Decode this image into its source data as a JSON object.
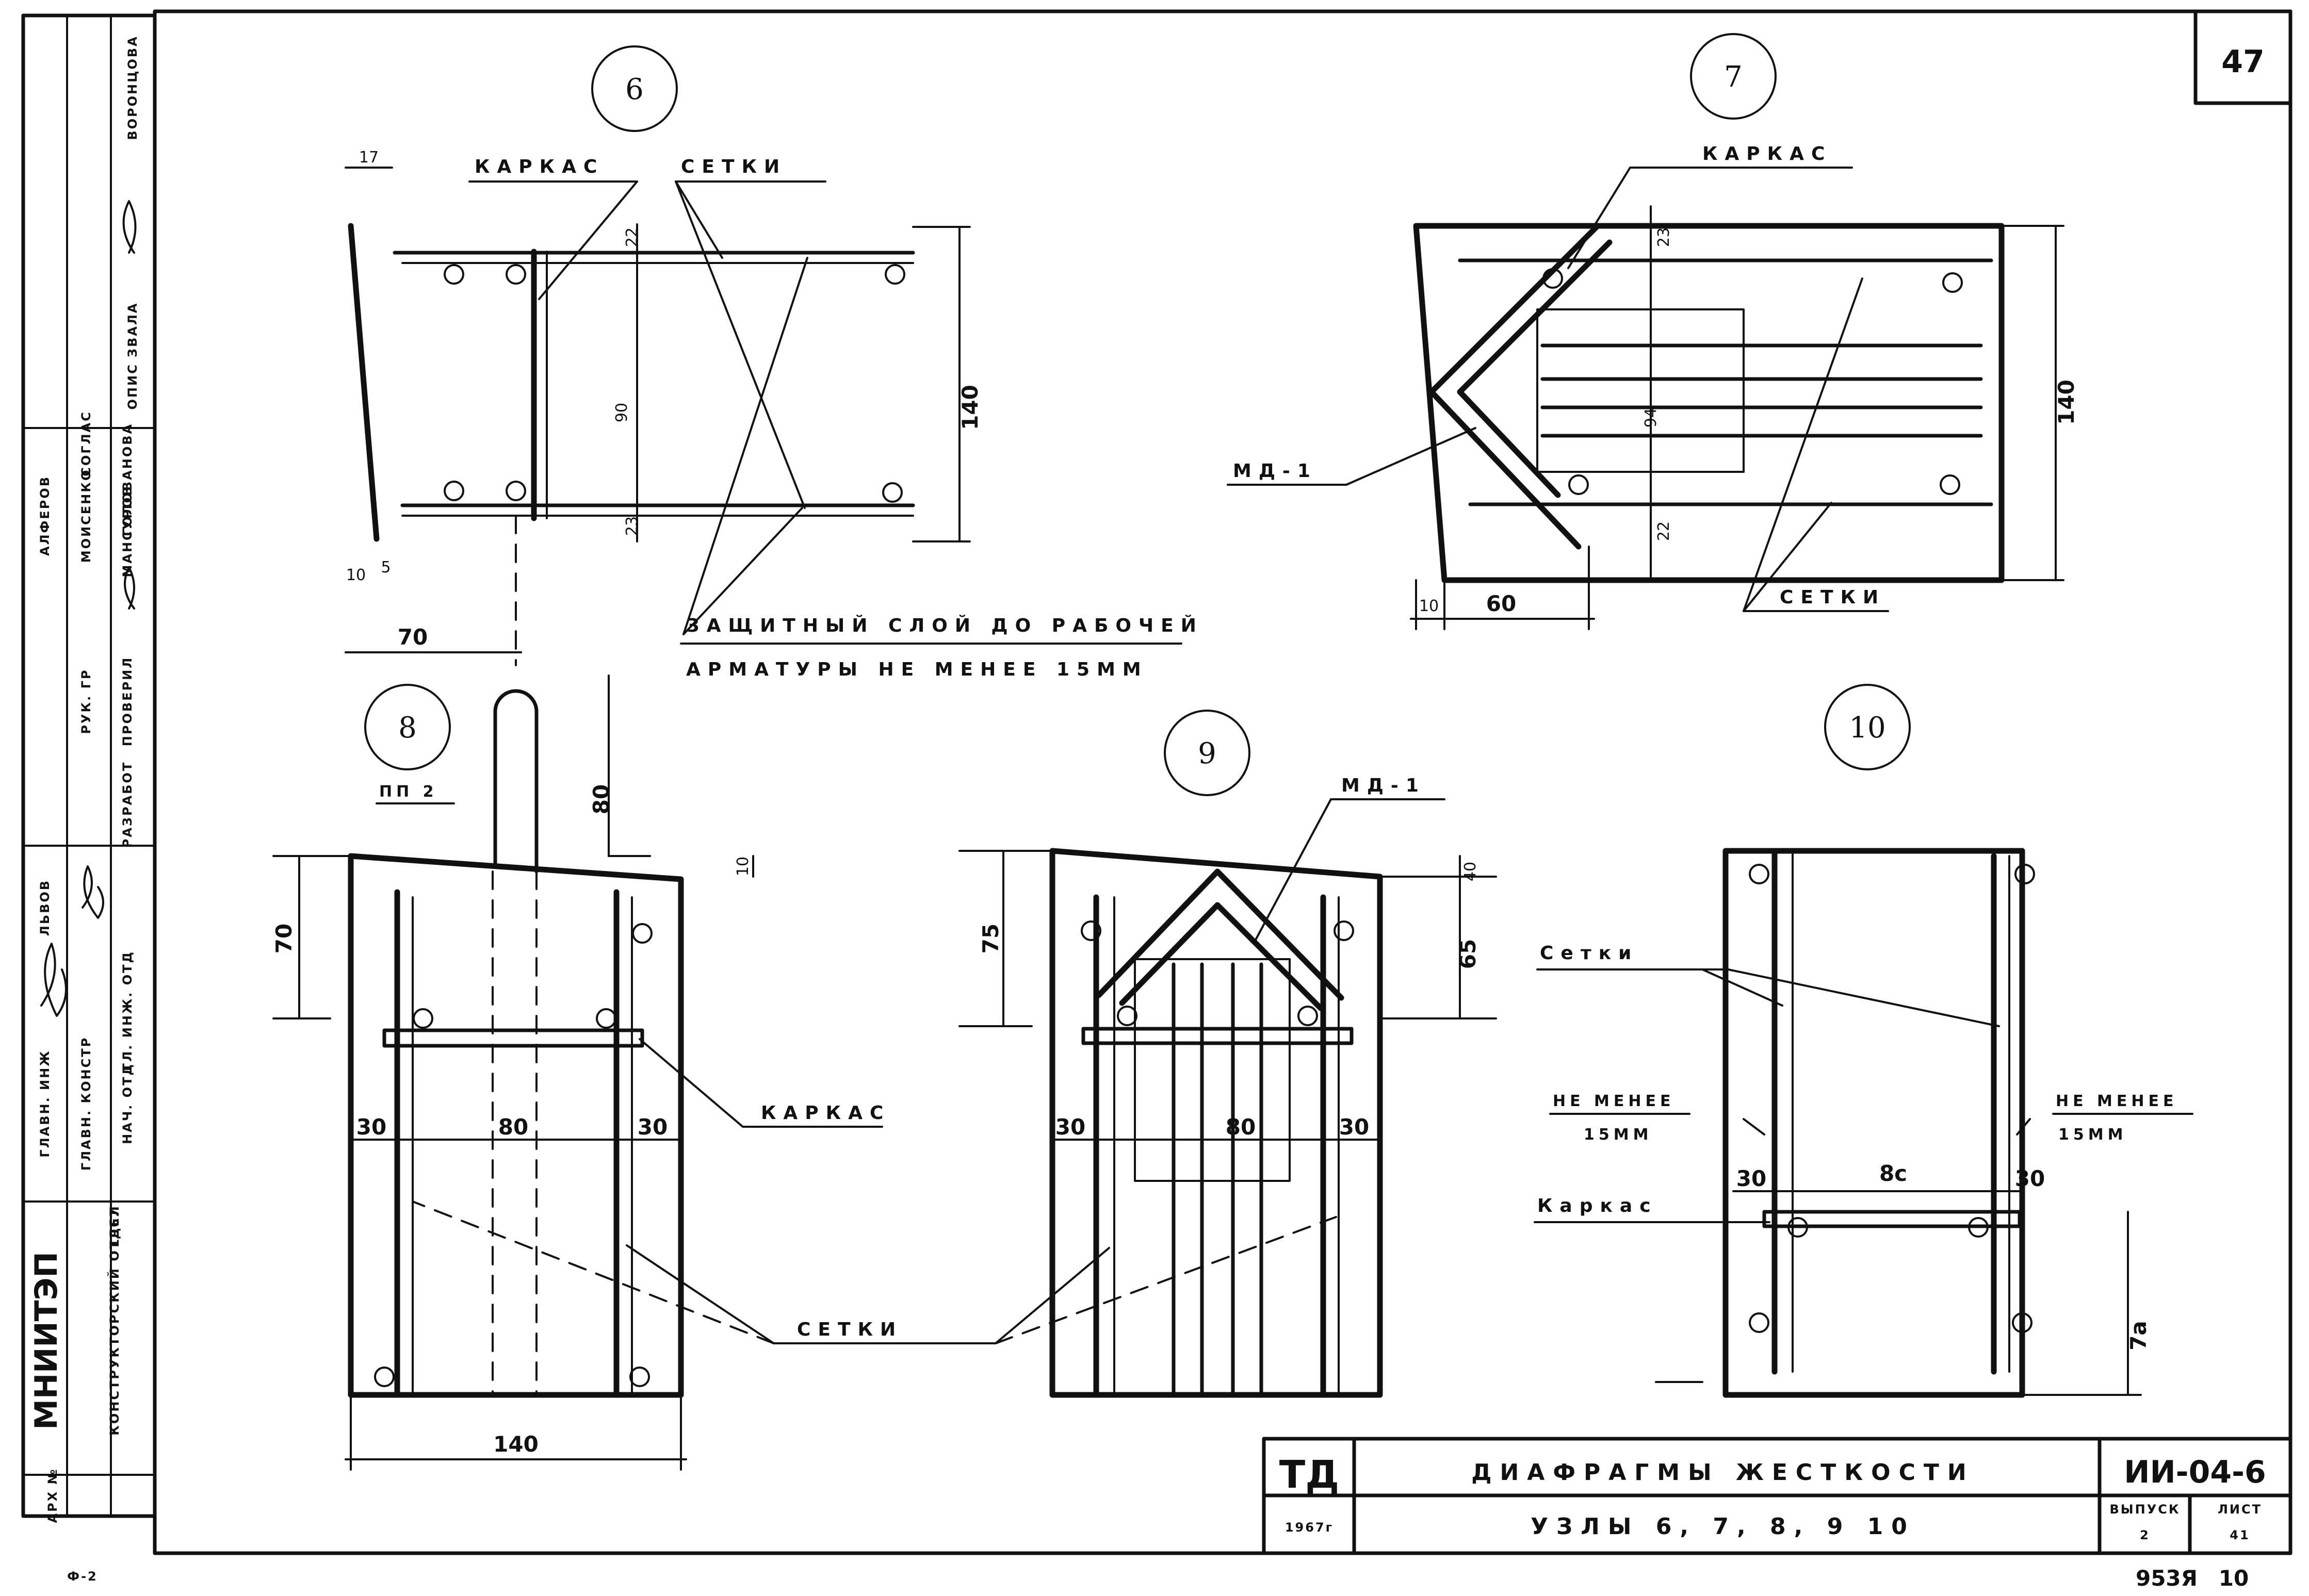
{
  "sheet": {
    "page_number": "47",
    "footer_code": "953Я",
    "footer_format": "10",
    "corner_mark": "Ф-2"
  },
  "nodes": {
    "n6": "6",
    "n7": "7",
    "n8": "8",
    "n9": "9",
    "n10": "10"
  },
  "labels": {
    "karkas": "КАРКАС",
    "setki": "СЕТКИ",
    "setki_title": "Сетки",
    "karkas_title": "Каркас",
    "md1": "МД-1",
    "pp2": "ПП 2",
    "ne_menee": "НЕ МЕНЕЕ",
    "ne_menee_15": "15ММ",
    "protective_line1": "ЗАЩИТНЫЙ СЛОЙ ДО РАБОЧЕЙ",
    "protective_line2": "АРМАТУРЫ НЕ МЕНЕЕ 15ММ"
  },
  "dims": {
    "d17": "17",
    "d22": "22",
    "d90": "90",
    "d23": "23",
    "d140": "140",
    "d10": "10",
    "d5": "5",
    "d70": "70",
    "d60": "60",
    "d80": "80",
    "d30": "30",
    "d40": "40",
    "d75": "75",
    "d65": "65",
    "d94": "94",
    "d8c": "8с",
    "d7a": "7а"
  },
  "title_block": {
    "org_mark": "ТД",
    "year": "1967г",
    "title": "ДИАФРАГМЫ ЖЕСТКОСТИ",
    "subtitle": "УЗЛЫ 6, 7, 8, 9 10",
    "series_code": "ИИ-04-6",
    "issue_label": "ВЫПУСК",
    "issue_value": "2",
    "sheet_label": "ЛИСТ",
    "sheet_value": "41"
  },
  "side_stamp": {
    "institute": "МНИИТЭП",
    "department": "КОНСТРУКТОРСКИЙ ОТДЕЛ",
    "agreed": "СОГЛАС",
    "names": [
      "ЛЬВОВ",
      "АЛФЕРОВ",
      "МОИСЕНКО",
      "МАНСУРОВ",
      "ГОЛОВАНОВА",
      "ВОРОНЦОВА"
    ],
    "roles": [
      "ГЛАВН. ИНЖ",
      "ГЛАВН. КОНСТР",
      "РУК. ГР",
      "НАЧ. ОТД",
      "РАЗРАБОТ",
      "ПРОВЕРИЛ",
      "ГЛ. ИНЖ. ОТД",
      "ОПИС ЗВАЛА"
    ],
    "date": "1967",
    "arch": "АРХ №"
  }
}
